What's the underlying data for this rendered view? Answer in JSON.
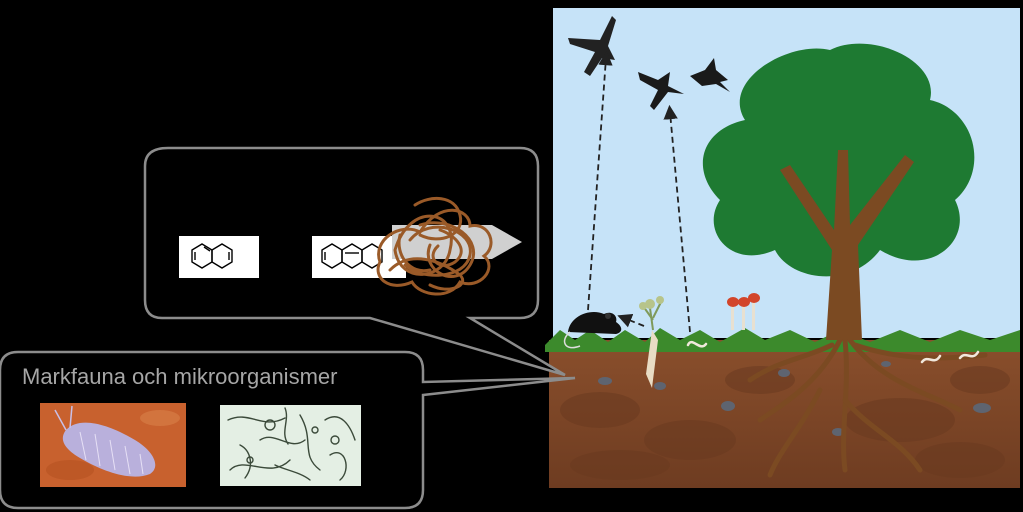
{
  "diagram": {
    "soil_callout": {
      "label": "Markfauna och mikroorganismer",
      "photos": [
        {
          "icon": "springtail-photo"
        },
        {
          "icon": "microorganisms-microscope-photo"
        }
      ]
    },
    "molecule_callout": {
      "molecules": [
        {
          "icon": "naphthalene-structure-icon"
        },
        {
          "icon": "anthracene-structure-icon"
        }
      ],
      "blob_icon": "tangled-polymer-icon"
    },
    "scene": {
      "organisms": [
        "hawk-icon",
        "swallow-icon",
        "swallow-icon",
        "tree-icon",
        "mouse-icon",
        "plant-icon",
        "mushroom-icon",
        "earthworm-icon"
      ],
      "arrows": [
        {
          "from": "mouse",
          "to": "hawk",
          "style": "dashed"
        },
        {
          "from": "earthworm",
          "to": "swallow",
          "style": "dashed"
        },
        {
          "from": "plant",
          "to": "mouse",
          "style": "dashed"
        }
      ]
    },
    "colors": {
      "background": "#000000",
      "sky": "#c6e3f8",
      "soil": "#7a4528",
      "grass": "#3c8a2c",
      "tree_crown": "#1e7a32",
      "trunk": "#7b4a22",
      "callout_border": "#8c8c8c",
      "caption_text": "#a6a6a6",
      "polymer": "#9a5a28"
    }
  }
}
